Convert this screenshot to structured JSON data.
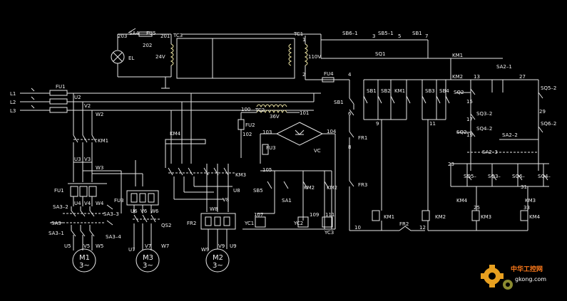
{
  "labels": {
    "L1": "L1",
    "L2": "L2",
    "L3": "L3",
    "FU1a": "FU1",
    "U2": "U2",
    "V2": "V2",
    "W2": "W2",
    "KM1a": "KM1",
    "U3": "U3",
    "V3": "V3",
    "W3": "W3",
    "FU1b": "FU1",
    "U4": "U4",
    "V4": "V4",
    "W4": "W4",
    "SA32": "SA3–2",
    "SA33": "SA3–3",
    "SA3": "SA3",
    "SA31": "SA3–1",
    "SA34": "SA3–4",
    "U5": "U5",
    "V5": "V5",
    "W5": "W5",
    "M1": "M1",
    "M1t": "3~",
    "FU3a": "FU3",
    "U6": "U6",
    "V6": "V6",
    "W6": "W6",
    "QS2": "QS2",
    "U7": "U7",
    "V7": "V7",
    "W7": "W7",
    "M3": "M3",
    "M3t": "3~",
    "KM4a": "KM4",
    "KM3a": "KM3",
    "U8": "U8",
    "V8": "V8",
    "W8": "W8",
    "FR2a": "FR2",
    "W9": "W9",
    "V9": "V9",
    "U9": "U9",
    "M2": "M2",
    "M2t": "3~",
    "n203": "203",
    "SA4": "SA4",
    "FU5": "FU5",
    "n201": "201",
    "n202": "202",
    "EL": "EL",
    "v24": "24V",
    "TC3": "TC3",
    "TC1": "TC1",
    "n1": "1",
    "v110": "110V",
    "n2": "2",
    "FU4": "FU4",
    "n4": "4",
    "n100": "100",
    "TC2": "TC2",
    "n101": "101",
    "v36": "36V",
    "FU2": "FU2",
    "n102": "102",
    "n103": "103",
    "n104": "104",
    "VC": "VC",
    "FU3b": "FU3",
    "n105": "105",
    "SB5": "SB5",
    "SA1": "SA1",
    "KM2a": "KM2",
    "KM2b": "KM2",
    "n107": "107",
    "YC1": "YC1",
    "YC2": "YC2",
    "n109": "109",
    "n111": "111",
    "YC3": "YC3",
    "SB61": "SB6–1",
    "n3": "3",
    "SB51": "SB5–1",
    "n5": "5",
    "SB1a": "SB1",
    "n7": "7",
    "SQ1": "SQ1",
    "SB1b": "SB1",
    "n6": "6",
    "FR1": "FR1",
    "n8": "8",
    "FR3": "FR3",
    "n10": "10",
    "FR2b": "FR2",
    "n12": "12",
    "SB1c": "SB1",
    "SB2": "SB2",
    "KM1b": "KM1",
    "n9": "9",
    "KM1c": "KM1",
    "SB3": "SB3",
    "SB4": "SB4",
    "n11": "11",
    "KM2c": "KM2",
    "KM1d": "KM1",
    "KM2d": "KM2",
    "n13": "13",
    "SA21": "SA2–1",
    "n27": "27",
    "SQ52": "SQ5–2",
    "SQ2a": "SQ2–",
    "n15": "15",
    "SQ32": "SQ3–2",
    "n29": "29",
    "n17": "17",
    "SQ2b": "SQ2–",
    "n19": "19",
    "SQ42": "SQ4–2",
    "SA22": "SA2–2",
    "SQ62": "SQ6–2",
    "SA23": "SA2–3",
    "n23": "23",
    "SQ5": "SQ5–",
    "SQ3": "SQ3–",
    "SQ6": "SQ6–",
    "SQ41": "SQ4–",
    "n31": "31",
    "KM4b": "KM4",
    "KM3b": "KM3",
    "n25": "25",
    "KM3c": "KM3",
    "n33": "33",
    "KM4c": "KM4"
  },
  "watermark": {
    "site_cn": "中华工控网",
    "site_en": "gkong.com"
  },
  "colors": {
    "background": "#000000",
    "wire": "#e8e8e8",
    "transformer": "#e8e0a0",
    "watermark": "#ff7a1a"
  }
}
